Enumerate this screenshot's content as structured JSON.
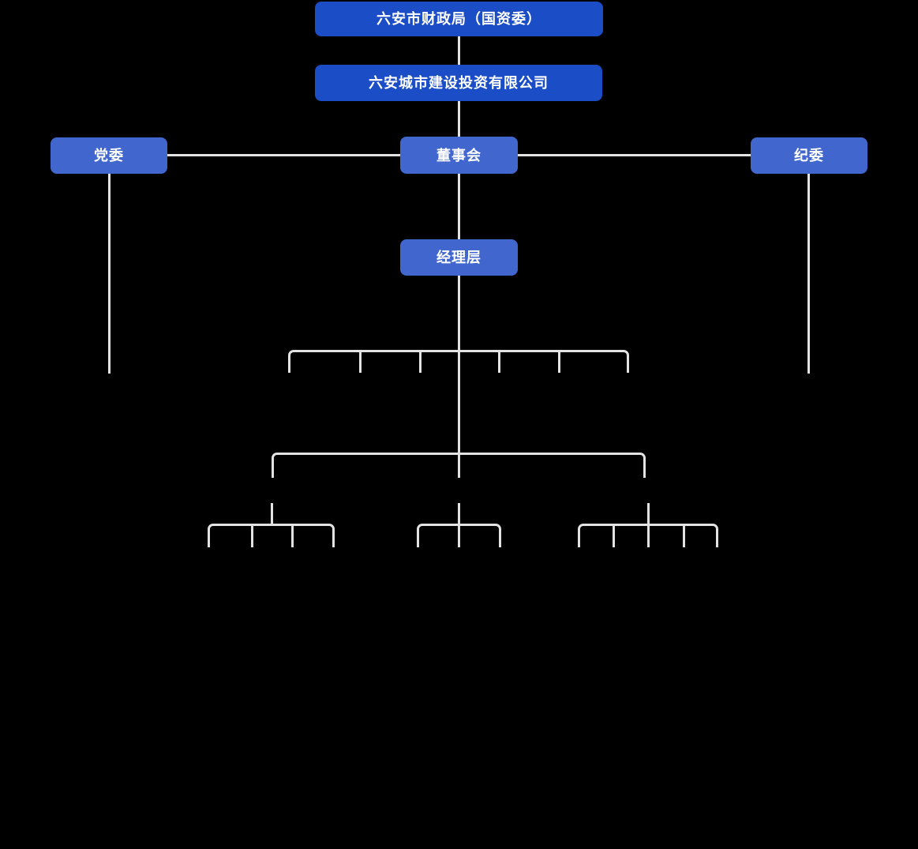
{
  "org_chart": {
    "root": {
      "label": "六安市财政局（国资委）"
    },
    "company": {
      "label": "六安城市建设投资有限公司"
    },
    "party_committee": {
      "label": "党委"
    },
    "board": {
      "label": "董事会"
    },
    "discipline_committee": {
      "label": "纪委"
    },
    "management": {
      "label": "经理层"
    }
  },
  "structure_notes": {
    "level3_child_slots": 6,
    "level5_cluster_child_slots": [
      4,
      3,
      5
    ]
  },
  "colors": {
    "primary_dark": "#1b4dc6",
    "primary_light": "#4167ce",
    "line": "#e3e3e3",
    "background": "#000000",
    "text": "#ffffff"
  }
}
